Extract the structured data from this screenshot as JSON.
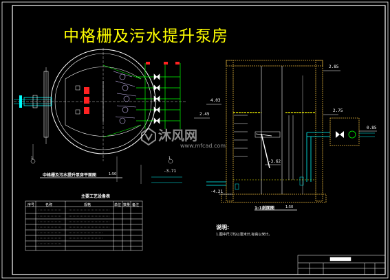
{
  "title": "中格栅及污水提升泵房",
  "plan_caption": "中格栅及污水提升泵房平面图",
  "plan_scale": "1:50",
  "section_caption": "1-1剖面图",
  "section_scale": "1:50",
  "table_title": "主要工艺设备表",
  "table_headers": [
    "序号",
    "名称",
    "规格",
    "单位",
    "数量",
    "备注"
  ],
  "notes_title": "说明:",
  "notes_text": "1.图中尺寸均以毫米计,标高以米计。",
  "elevations": {
    "top": "2.85",
    "left_upper": "4.03",
    "left_mid": "2.45",
    "right_upper": "2.75",
    "right_lower": "0.85",
    "mid_bottom": "-3.62",
    "plan_bottom": "-3.71",
    "base": "-4.21"
  },
  "section_mark": "1",
  "watermark": {
    "brand": "沐风网",
    "url": "www.mfcad.com"
  },
  "colors": {
    "background": "#000000",
    "title": "#ffff00",
    "wall": "#e3b33c",
    "pipe": "#00ffff",
    "grille": "#ff2222",
    "equipment": "#d4c3ff",
    "yellow_line": "#ffff00",
    "green": "#00ff00"
  }
}
